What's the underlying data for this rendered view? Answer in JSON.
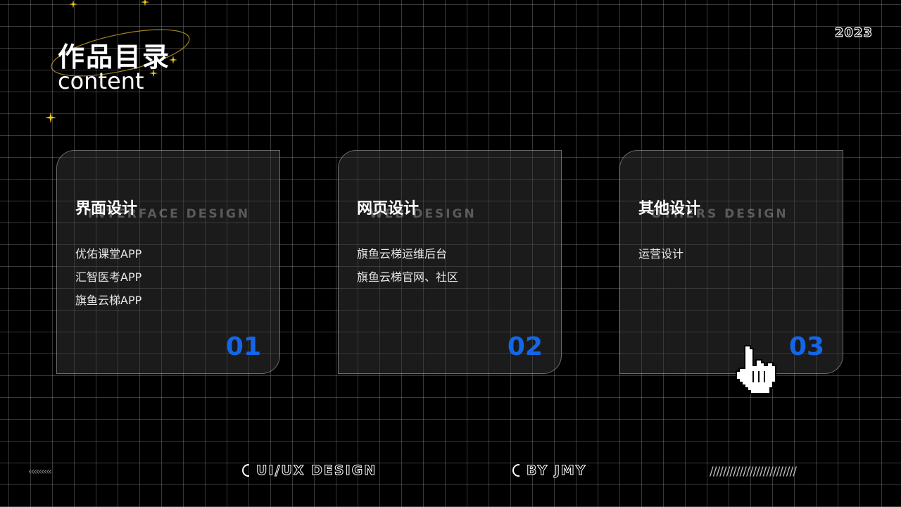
{
  "header": {
    "title_cn": "作品目录",
    "title_en": "content",
    "year": "2023"
  },
  "cards": [
    {
      "heading": "界面设计",
      "bg_en": "INTERFACE DESIGN",
      "items": [
        "优佑课堂APP",
        "汇智医考APP",
        "旗鱼云梯APP"
      ],
      "number": "01"
    },
    {
      "heading": "网页设计",
      "bg_en": "WEB DESIGN",
      "items": [
        "旗鱼云梯运维后台",
        "旗鱼云梯官网、社区"
      ],
      "number": "02"
    },
    {
      "heading": "其他设计",
      "bg_en": "OTHERS DESIGN",
      "items": [
        "运营设计"
      ],
      "number": "03"
    }
  ],
  "footer": {
    "chevrons": "‹‹‹‹‹‹‹‹‹",
    "left_label": "UI/UX DESIGN",
    "right_label": "BY JMY",
    "slashes": "//////////////////////////"
  },
  "colors": {
    "background": "#000000",
    "accent_number": "#1466e8",
    "sparkle": "#f5c518"
  },
  "icons": [
    "sparkle-icon",
    "orbit-ring",
    "hand-cursor-icon",
    "half-moon-icon",
    "chevrons-left-icon",
    "slash-stripes"
  ]
}
